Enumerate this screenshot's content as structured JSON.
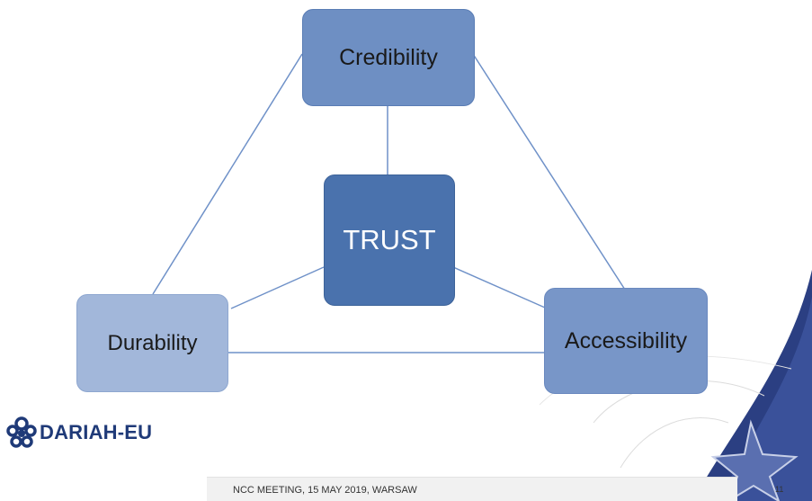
{
  "diagram": {
    "nodes": {
      "credibility": "Credibility",
      "trust": "TRUST",
      "durability": "Durability",
      "accessibility": "Accessibility"
    }
  },
  "logo": {
    "text": "DARIAH-EU"
  },
  "footer": {
    "meeting": "NCC MEETING, 15 MAY 2019, WARSAW",
    "page_number": "11"
  },
  "colors": {
    "line": "#6f91c8",
    "brand_navy": "#2b3f82",
    "trust_fill": "#4a72ad"
  }
}
